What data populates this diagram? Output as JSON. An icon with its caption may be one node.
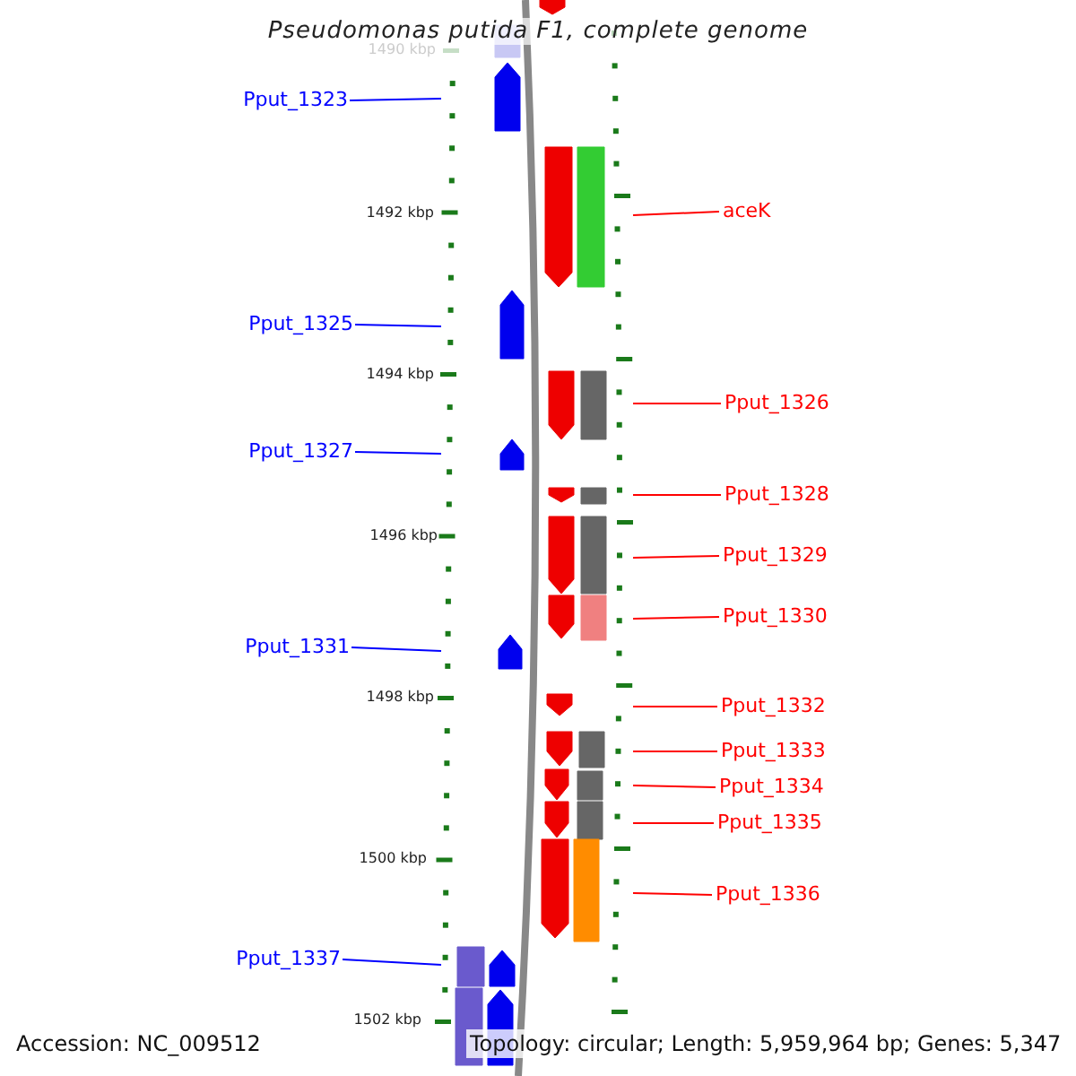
{
  "diagram": {
    "title": "Pseudomonas putida F1, complete genome",
    "nodes": [
      {
        "text": [
          "Pput_1323"
        ]
      },
      {
        "text": [
          "aceK"
        ]
      },
      {
        "text": [
          "Pput_1325"
        ]
      },
      {
        "text": [
          "Pput_1326"
        ]
      },
      {
        "text": [
          "Pput_1327"
        ]
      },
      {
        "text": [
          "Pput_1328"
        ]
      },
      {
        "text": [
          "Pput_1329"
        ]
      },
      {
        "text": [
          "Pput_1330"
        ]
      },
      {
        "text": [
          "Pput_1331"
        ]
      },
      {
        "text": [
          "Pput_1332"
        ]
      },
      {
        "text": [
          "Pput_1333"
        ]
      },
      {
        "text": [
          "Pput_1334"
        ]
      },
      {
        "text": [
          "Pput_1335"
        ]
      },
      {
        "text": [
          "Pput_1336"
        ]
      },
      {
        "text": [
          "Pput_1337"
        ]
      },
      {
        "text": [],
        "shape": "scale"
      },
      {
        "text": [],
        "shape": "scale"
      }
    ],
    "edges": [
      {
        "from": 0,
        "to": 15,
        "arrow": "none",
        "color": "#0000ff"
      },
      {
        "from": 1,
        "to": 16,
        "arrow": "none"
      },
      {
        "from": 2,
        "to": 15,
        "arrow": "none",
        "color": "#0000ff"
      },
      {
        "from": 3,
        "to": 16,
        "arrow": "none"
      },
      {
        "from": 4,
        "to": 15,
        "arrow": "none",
        "color": "#0000ff"
      },
      {
        "from": 5,
        "to": 16,
        "arrow": "none"
      },
      {
        "from": 6,
        "to": 16,
        "arrow": "none"
      },
      {
        "from": 7,
        "to": 16,
        "arrow": "none"
      },
      {
        "from": 8,
        "to": 15,
        "arrow": "none",
        "color": "#0000ff"
      },
      {
        "from": 9,
        "to": 16,
        "arrow": "none"
      },
      {
        "from": 10,
        "to": 16,
        "arrow": "none"
      },
      {
        "from": 11,
        "to": 16,
        "arrow": "none"
      },
      {
        "from": 12,
        "to": 16,
        "arrow": "none"
      },
      {
        "from": 13,
        "to": 16,
        "arrow": "none"
      },
      {
        "from": 14,
        "to": 15,
        "arrow": "none",
        "color": "#0000ff"
      }
    ],
    "labels": [
      "1490 kbp",
      "1492 kbp",
      "1494 kbp",
      "1496 kbp",
      "1498 kbp",
      "1500 kbp",
      "1502 kbp",
      "Accession: NC_009512",
      "Topology: circular; Length: 5,959,964 bp; Genes: 5,347"
    ]
  }
}
